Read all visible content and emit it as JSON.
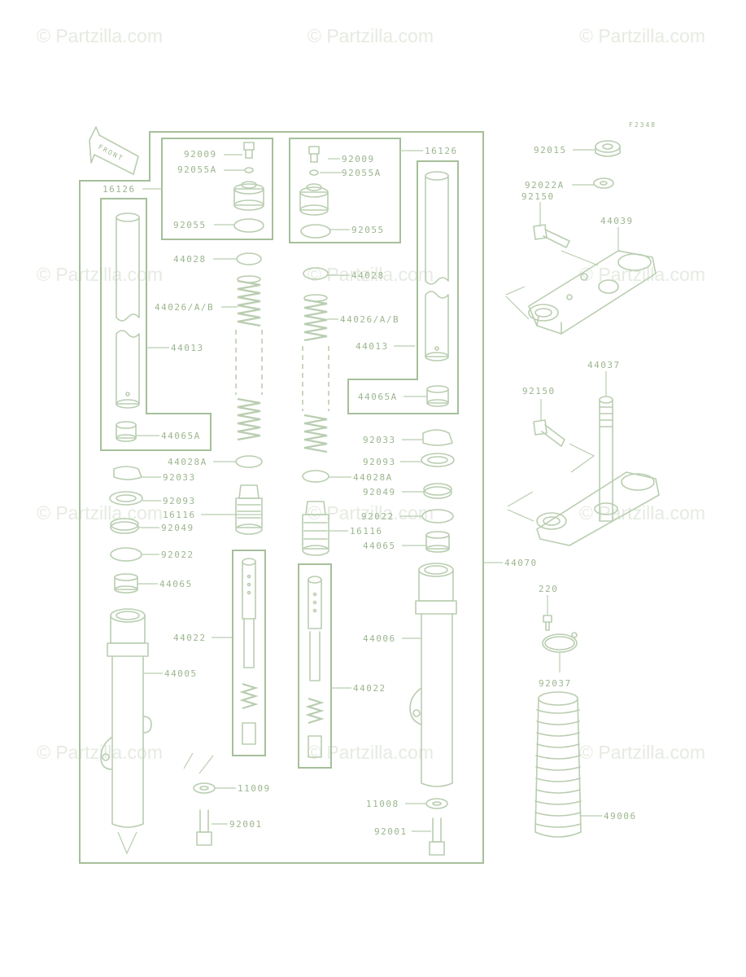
{
  "diagram": {
    "code": "F2348",
    "front_arrow_label": "FRONT",
    "watermark_text": "© Partzilla.com",
    "colors": {
      "line": "#b9cdb0",
      "label": "#9cb68f",
      "box": "#a6bf9a",
      "watermark": "#e6ebe2"
    }
  },
  "labels": {
    "l16126_left": "16126",
    "l92009_left": "92009",
    "l92055A_left": "92055A",
    "l92055_left": "92055",
    "l92009_right": "92009",
    "l92055A_right": "92055A",
    "l92055_right": "92055",
    "l16126_right": "16126",
    "l44028_left": "44028",
    "l44028_right": "44028",
    "l44026_left": "44026/A/B",
    "l44026_right": "44026/A/B",
    "l44013_left": "44013",
    "l44013_right": "44013",
    "l44065A_left": "44065A",
    "l44065A_right": "44065A",
    "l44028A_left": "44028A",
    "l44028A_right": "44028A",
    "l92033_left": "92033",
    "l92033_right": "92033",
    "l92093_left": "92093",
    "l92093_right": "92093",
    "l16116_left": "16116",
    "l16116_right": "16116",
    "l92049_left": "92049",
    "l92049_right": "92049",
    "l92022_left": "92022",
    "l92022_right": "92022",
    "l44065_left": "44065",
    "l44065_right": "44065",
    "l44022_left": "44022",
    "l44022_right": "44022",
    "l44005": "44005",
    "l44006": "44006",
    "l44070": "44070",
    "l11009": "11009",
    "l11008": "11008",
    "l92001_left": "92001",
    "l92001_right": "92001",
    "l92015": "92015",
    "l92022A": "92022A",
    "l92150_top": "92150",
    "l44039": "44039",
    "l44037": "44037",
    "l92150_bottom": "92150",
    "l220": "220",
    "l92037": "92037",
    "l49006": "49006"
  }
}
